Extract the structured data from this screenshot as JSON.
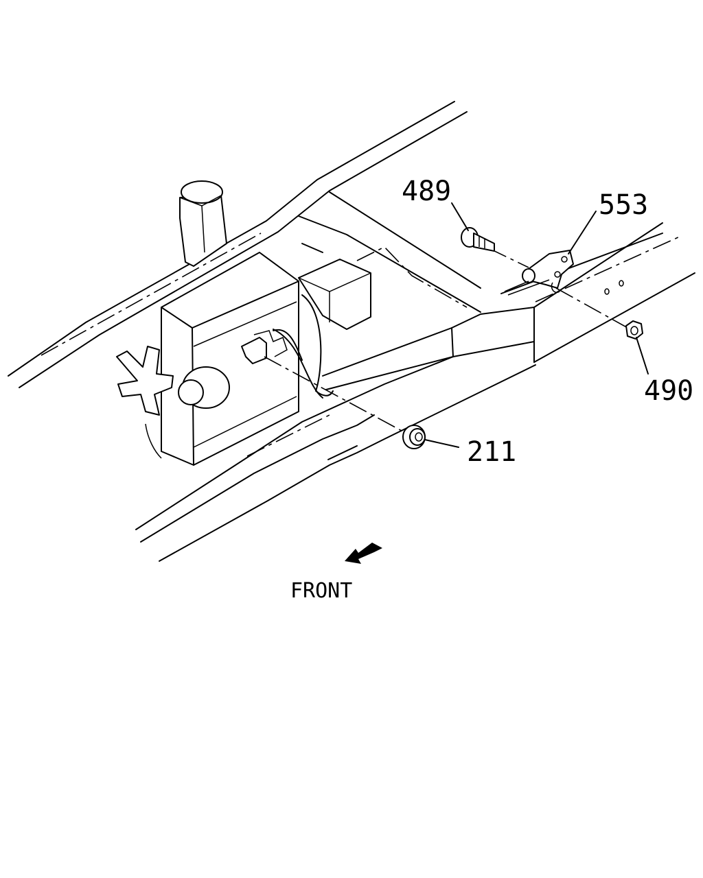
{
  "callouts": {
    "c489": "489",
    "c553": "553",
    "c490": "490",
    "c211": "211"
  },
  "front_label": "FRONT"
}
